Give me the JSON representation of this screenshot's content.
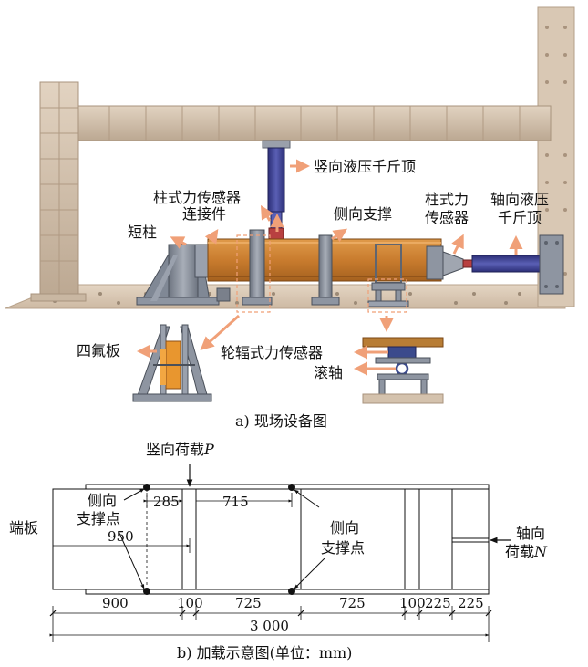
{
  "photo": {
    "labels": {
      "vertical_jack": "竖向液压千斤顶",
      "column_sensor_left_line1": "柱式力传感器",
      "connector": "连接件",
      "short_column": "短柱",
      "lateral_support": "侧向支撑",
      "column_sensor_right_line1": "柱式力",
      "column_sensor_right_line2": "传感器",
      "axial_jack_line1": "轴向液压",
      "axial_jack_line2": "千斤顶",
      "ptfe_plate": "四氟板",
      "spoke_sensor": "轮辐式力传感器",
      "roller": "滚轴"
    },
    "caption": "a) 现场设备图"
  },
  "loading_diagram": {
    "vertical_load_label": "竖向荷载",
    "vertical_load_symbol": "P",
    "end_plate": "端板",
    "lateral_point_left_line1": "侧向",
    "lateral_point_left_line2": "支撑点",
    "lateral_point_right_line1": "侧向",
    "lateral_point_right_line2": "支撑点",
    "axial_load_line1": "轴向",
    "axial_load_line2": "荷载",
    "axial_load_symbol": "N",
    "top_dims": [
      "285",
      "715"
    ],
    "inner_dim": "950",
    "bottom_dims": [
      "900",
      "100",
      "725",
      "725",
      "100",
      "225",
      "225"
    ],
    "total_length": "3 000",
    "caption": "b) 加载示意图(单位：mm)"
  }
}
